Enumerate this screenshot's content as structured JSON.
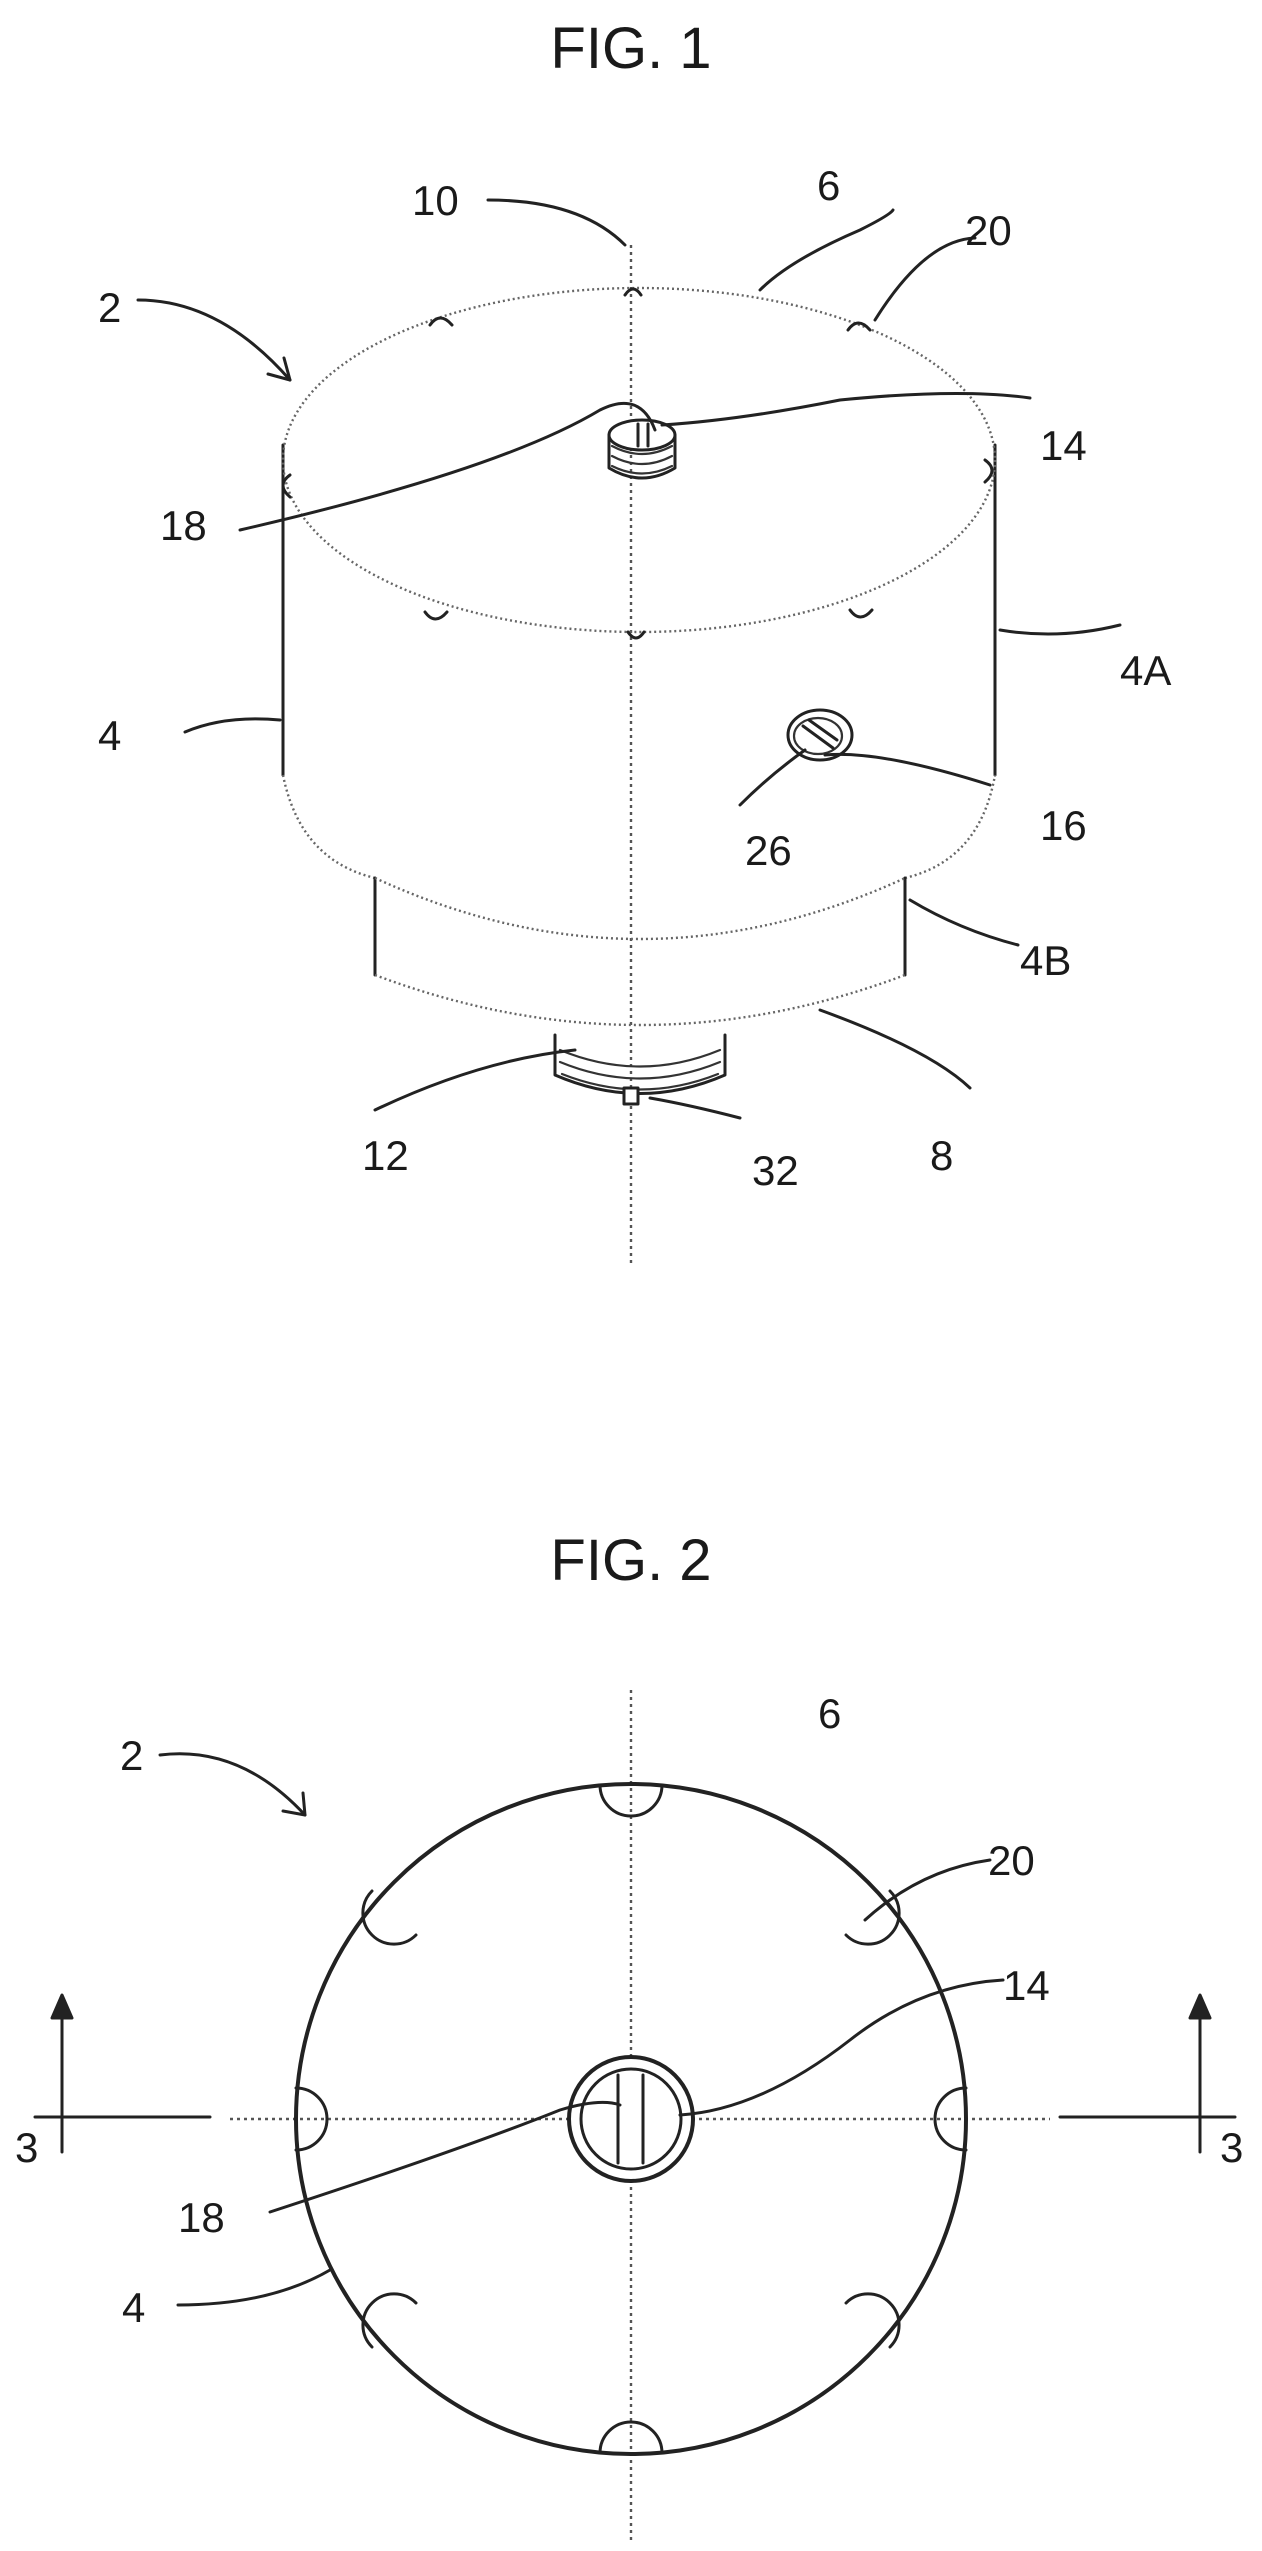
{
  "figures": [
    {
      "title": "FIG. 1",
      "labels": {
        "l2": "2",
        "l10": "10",
        "l6": "6",
        "l20": "20",
        "l14": "14",
        "l18": "18",
        "l4": "4",
        "l4a": "4A",
        "l26": "26",
        "l16": "16",
        "l4b": "4B",
        "l12": "12",
        "l32": "32",
        "l8": "8"
      }
    },
    {
      "title": "FIG. 2",
      "labels": {
        "l2": "2",
        "l6": "6",
        "l20": "20",
        "l14": "14",
        "l3left": "3",
        "l3right": "3",
        "l18": "18",
        "l4": "4"
      }
    }
  ]
}
